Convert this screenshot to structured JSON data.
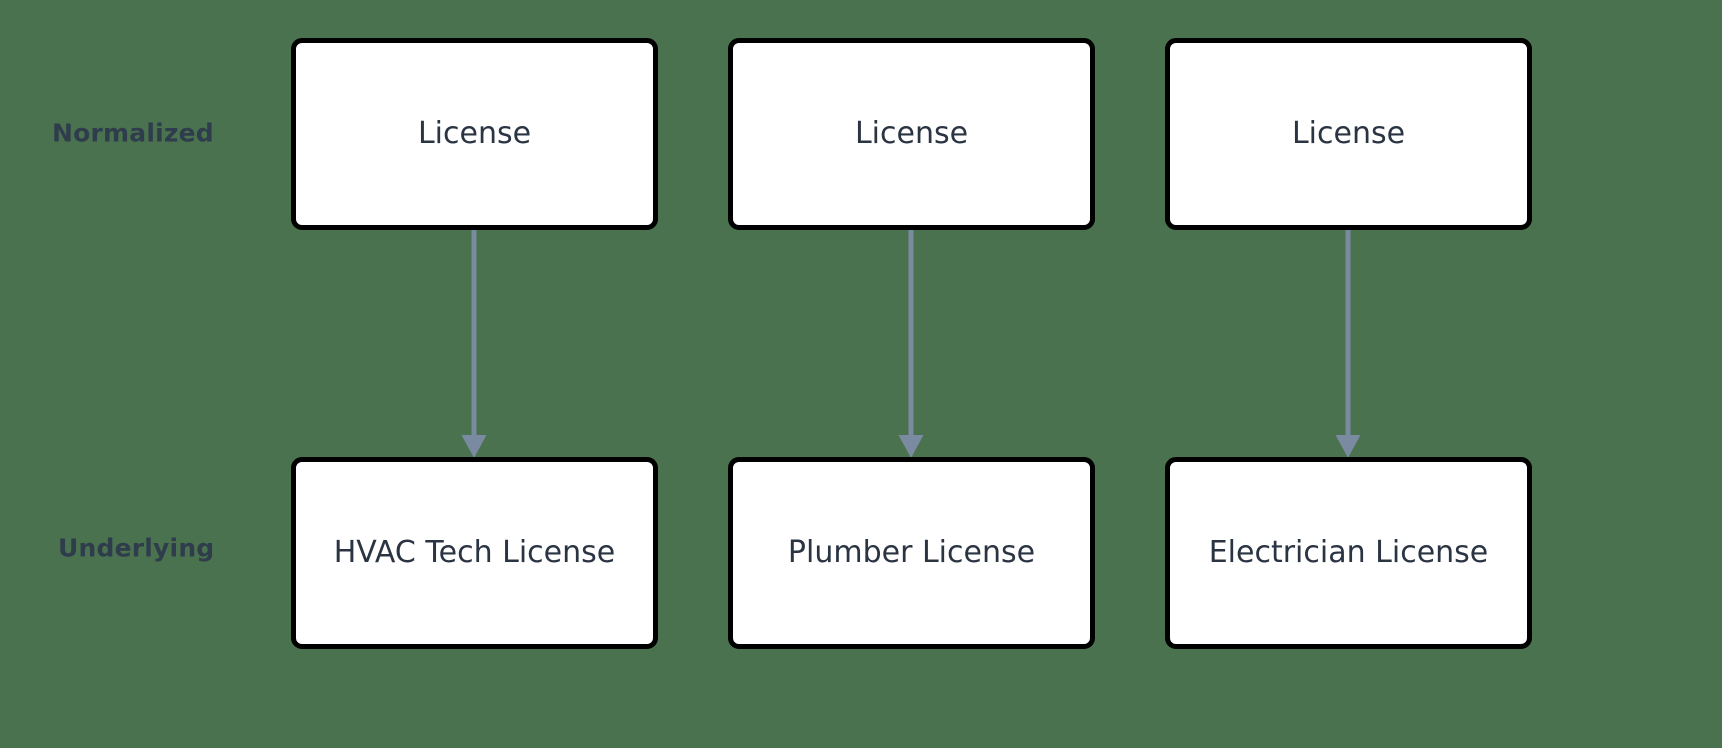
{
  "diagram": {
    "type": "flow",
    "background_color": "#4a724f",
    "node_fill": "#ffffff",
    "node_border_color": "#000000",
    "node_text_color": "#2a3442",
    "row_label_color": "#2e3c4c",
    "arrow_color": "#7a8aa0",
    "rows": [
      {
        "id": "normalized",
        "label": "Normalized"
      },
      {
        "id": "underlying",
        "label": "Underlying"
      }
    ],
    "columns": [
      {
        "id": "col-1",
        "normalized_node": "License",
        "underlying_node": "HVAC Tech License",
        "arrow": "down-arrow"
      },
      {
        "id": "col-2",
        "normalized_node": "License",
        "underlying_node": "Plumber License",
        "arrow": "down-arrow"
      },
      {
        "id": "col-3",
        "normalized_node": "License",
        "underlying_node": "Electrician License",
        "arrow": "down-arrow"
      }
    ]
  }
}
